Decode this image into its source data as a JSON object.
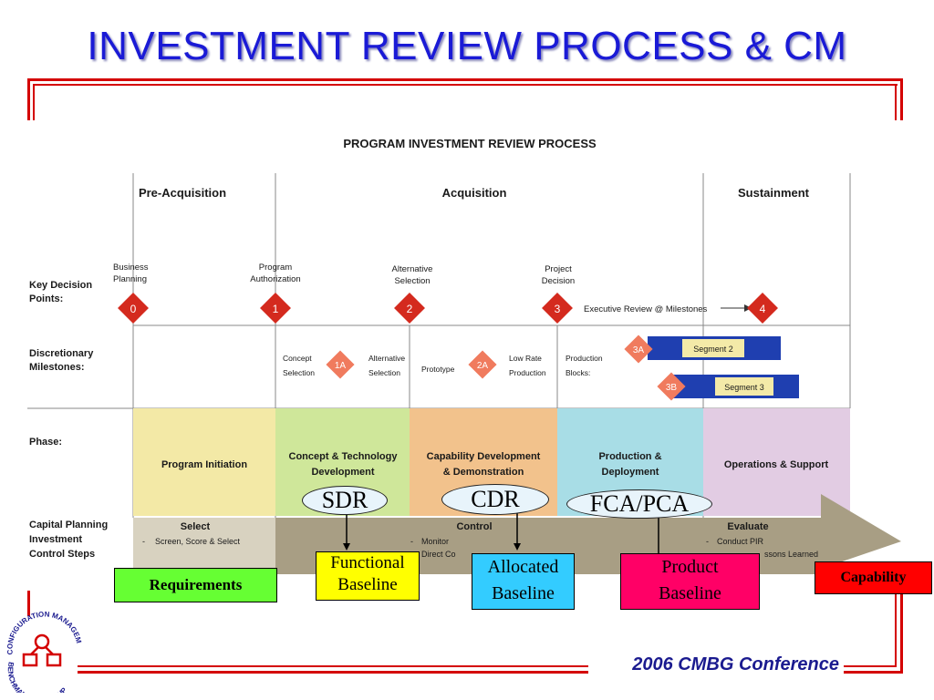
{
  "title": "INVESTMENT REVIEW PROCESS & CM",
  "diagram": {
    "heading": "PROGRAM INVESTMENT REVIEW PROCESS",
    "stages": [
      "Pre-Acquisition",
      "Acquisition",
      "Sustainment"
    ],
    "row_labels": {
      "kdp_1": "Key Decision",
      "kdp_2": "Points:",
      "dm_1": "Discretionary",
      "dm_2": "Milestones:",
      "phase": "Phase:",
      "cp_1": "Capital Planning",
      "cp_2": "Investment",
      "cp_3": "Control Steps"
    },
    "decision_points": [
      {
        "id": "0",
        "label_1": "Business",
        "label_2": "Planning"
      },
      {
        "id": "1",
        "label_1": "Program",
        "label_2": "Authorization"
      },
      {
        "id": "2",
        "label_1": "Alternative",
        "label_2": "Selection"
      },
      {
        "id": "3",
        "label_1": "Project",
        "label_2": "Decision"
      },
      {
        "id": "4",
        "label_1": "",
        "label_2": ""
      }
    ],
    "executive_review": "Executive Review @ Milestones",
    "milestones": {
      "m1a": {
        "id": "1A",
        "left_1": "Concept",
        "left_2": "Selection",
        "right_1": "Alternative",
        "right_2": "Selection"
      },
      "m2a": {
        "id": "2A",
        "left_1": "Prototype",
        "right_1": "Low Rate",
        "right_2": "Production"
      },
      "production_1": "Production",
      "production_2": "Blocks:",
      "m3a": {
        "id": "3A",
        "segment": "Segment 2"
      },
      "m3b": {
        "id": "3B",
        "segment": "Segment 3"
      }
    },
    "phases": [
      {
        "l1": "Program Initiation",
        "l2": "",
        "color": "#f3e9a6"
      },
      {
        "l1": "Concept & Technology",
        "l2": "Development",
        "color": "#cfe79a"
      },
      {
        "l1": "Capability Development",
        "l2": "& Demonstration",
        "color": "#f2c28c"
      },
      {
        "l1": "Production &",
        "l2": "Deployment",
        "color": "#a8dde6"
      },
      {
        "l1": "Operations & Support",
        "l2": "",
        "color": "#e2cce3"
      }
    ],
    "control_steps": {
      "select": {
        "title": "Select",
        "item_1": "Screen, Score & Select"
      },
      "control": {
        "title": "Control",
        "item_1": "Monitor",
        "item_2": "Direct Co"
      },
      "evaluate": {
        "title": "Evaluate",
        "item_1": "Conduct PIR",
        "item_2": "ssons Learned"
      }
    }
  },
  "reviews": {
    "sdr": "SDR",
    "cdr": "CDR",
    "fca": "FCA/PCA"
  },
  "baselines": {
    "requirements": "Requirements",
    "functional_1": "Functional",
    "functional_2": "Baseline",
    "allocated_1": "Allocated",
    "allocated_2": "Baseline",
    "product_1": "Product",
    "product_2": "Baseline",
    "capability": "Capability"
  },
  "logo": {
    "top": "CONFIGURATION MANAGEMENT",
    "bottom": "BENCHMARKING GROUP"
  },
  "footer": "2006 CMBG Conference",
  "colors": {
    "title": "#1a1ad6",
    "frame": "#d40000",
    "diamond": "#d42a1e",
    "milestone_diamond": "#f07b5e",
    "segment_blue": "#1f3fb0",
    "segment_yellow": "#f4eaa8",
    "requirements": "#66ff33",
    "functional": "#ffff00",
    "allocated": "#33ccff",
    "product": "#ff0066",
    "capability": "#ff0000",
    "footer": "#1a1a8f"
  }
}
